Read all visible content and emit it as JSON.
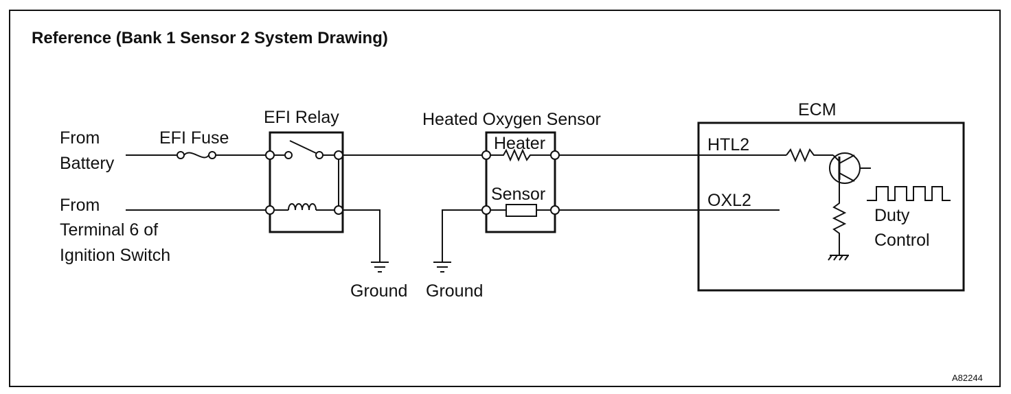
{
  "title": "Reference (Bank 1 Sensor 2 System Drawing)",
  "labels": {
    "from_battery_1": "From",
    "from_battery_2": "Battery",
    "from_ign_1": "From",
    "from_ign_2": "Terminal 6 of",
    "from_ign_3": "Ignition Switch",
    "efi_fuse": "EFI Fuse",
    "efi_relay": "EFI Relay",
    "ho2_sensor": "Heated Oxygen Sensor",
    "heater": "Heater",
    "sensor": "Sensor",
    "ground_1": "Ground",
    "ground_2": "Ground",
    "ecm": "ECM",
    "htl2": "HTL2",
    "oxl2": "OXL2",
    "duty_1": "Duty",
    "duty_2": "Control"
  },
  "figure_code": "A82244"
}
